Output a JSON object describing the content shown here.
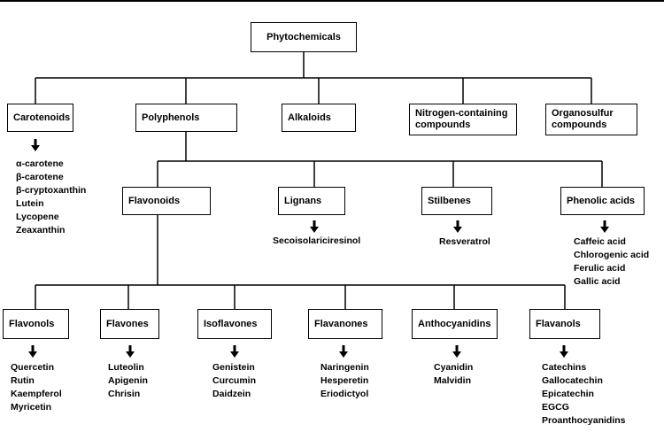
{
  "root": "Phytochemicals",
  "level1": [
    "Carotenoids",
    "Polyphenols",
    "Alkaloids",
    "Nitrogen-containing compounds",
    "Organosulfur compounds"
  ],
  "carotenoids_list": [
    "α-carotene",
    "β-carotene",
    "β-cryptoxanthin",
    "Lutein",
    "Lycopene",
    "Zeaxanthin"
  ],
  "polyphenols_children": [
    "Flavonoids",
    "Lignans",
    "Stilbenes",
    "Phenolic acids"
  ],
  "lignans_list": [
    "Secoisolariciresinol"
  ],
  "stilbenes_list": [
    "Resveratrol"
  ],
  "phenolic_acids_list": [
    "Caffeic acid",
    "Chlorogenic acid",
    "Ferulic acid",
    "Gallic acid"
  ],
  "flavonoid_children": [
    "Flavonols",
    "Flavones",
    "Isoflavones",
    "Flavanones",
    "Anthocyanidins",
    "Flavanols"
  ],
  "flavonols_list": [
    "Quercetin",
    "Rutin",
    "Kaempferol",
    "Myricetin"
  ],
  "flavones_list": [
    "Luteolin",
    "Apigenin",
    "Chrisin"
  ],
  "isoflavones_list": [
    "Genistein",
    "Curcumin",
    "Daidzein"
  ],
  "flavanones_list": [
    "Naringenin",
    "Hesperetin",
    "Eriodictyol"
  ],
  "anthocyanidins_list": [
    "Cyanidin",
    "Malvidin"
  ],
  "flavanols_list": [
    "Catechins",
    "Gallocatechin",
    "Epicatechin",
    "EGCG",
    "Proanthocyanidins"
  ]
}
